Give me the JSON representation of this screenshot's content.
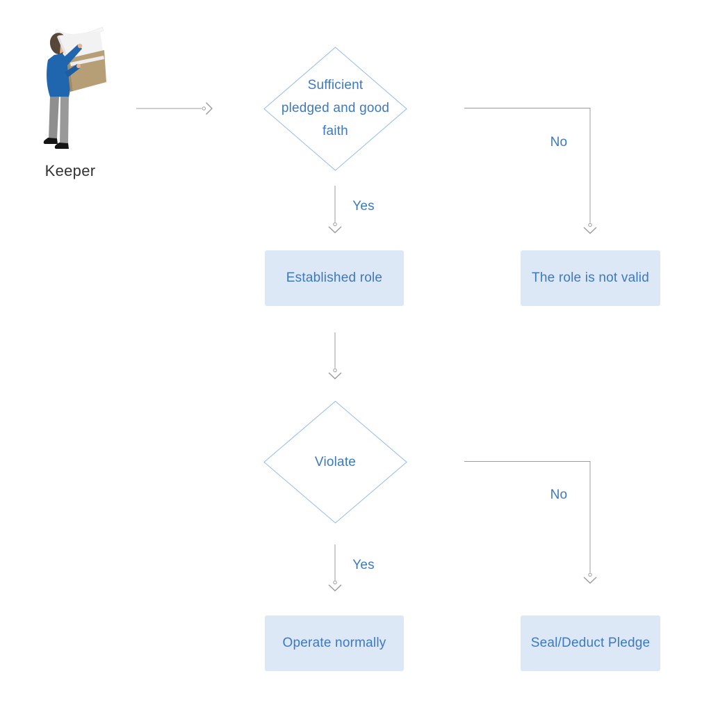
{
  "actor": {
    "label": "Keeper"
  },
  "decision1": {
    "lines": [
      "Sufficient",
      "pledged and good",
      "faith"
    ]
  },
  "decision2": {
    "label": "Violate"
  },
  "boxes": {
    "established": "Established role",
    "invalid": "The role is not valid",
    "operate": "Operate normally",
    "seal": "Seal/Deduct Pledge"
  },
  "edge_labels": {
    "yes1": "Yes",
    "no1": "No",
    "yes2": "Yes",
    "no2": "No"
  },
  "colors": {
    "node_fill": "#dce8f5",
    "node_text": "#3c79c2",
    "diamond_stroke": "#8fb9ec",
    "connector": "#9b9b9b",
    "actor_text": "#333333"
  }
}
